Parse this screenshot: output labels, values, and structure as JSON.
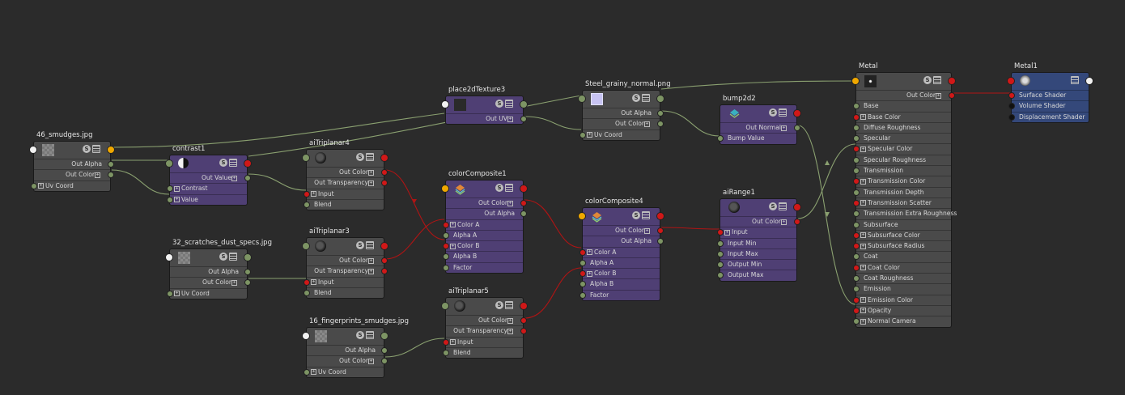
{
  "nodes": {
    "smudges46": {
      "title": "46_smudges.jpg",
      "rows": [
        "Out Alpha",
        "Out Color",
        "Uv Coord"
      ]
    },
    "contrast1": {
      "title": "contrast1",
      "rows": [
        "Out Value",
        "Contrast",
        "Value"
      ]
    },
    "aiTriplanar4": {
      "title": "aiTriplanar4",
      "rows": [
        "Out Color",
        "Out Transparency",
        "Input",
        "Blend"
      ]
    },
    "place2dTexture3": {
      "title": "place2dTexture3",
      "rows": [
        "Out UV"
      ]
    },
    "steelGrainy": {
      "title": "Steel_grainy_normal.png",
      "rows": [
        "Out Alpha",
        "Out Color",
        "Uv Coord"
      ]
    },
    "bump2d2": {
      "title": "bump2d2",
      "rows": [
        "Out Normal",
        "Bump Value"
      ]
    },
    "colorComposite1": {
      "title": "colorComposite1",
      "rows": [
        "Out Color",
        "Out Alpha",
        "Color A",
        "Alpha A",
        "Color B",
        "Alpha B",
        "Factor"
      ]
    },
    "scratches32": {
      "title": "32_scratches_dust_specs.jpg",
      "rows": [
        "Out Alpha",
        "Out Color",
        "Uv Coord"
      ]
    },
    "aiTriplanar3": {
      "title": "aiTriplanar3",
      "rows": [
        "Out Color",
        "Out Transparency",
        "Input",
        "Blend"
      ]
    },
    "colorComposite4": {
      "title": "colorComposite4",
      "rows": [
        "Out Color",
        "Out Alpha",
        "Color A",
        "Alpha A",
        "Color B",
        "Alpha B",
        "Factor"
      ]
    },
    "aiRange1": {
      "title": "aiRange1",
      "rows": [
        "Out Color",
        "Input",
        "Input Min",
        "Input Max",
        "Output Min",
        "Output Max"
      ]
    },
    "aiTriplanar5": {
      "title": "aiTriplanar5",
      "rows": [
        "Out Color",
        "Out Transparency",
        "Input",
        "Blend"
      ]
    },
    "fingerprints16": {
      "title": "16_fingerprints_smudges.jpg",
      "rows": [
        "Out Alpha",
        "Out Color",
        "Uv Coord"
      ]
    },
    "metal": {
      "title": "Metal",
      "rows": [
        "Out Color",
        "Base",
        "Base Color",
        "Diffuse Roughness",
        "Specular",
        "Specular Color",
        "Specular Roughness",
        "Transmission",
        "Transmission Color",
        "Transmission Depth",
        "Transmission Scatter",
        "Transmission Extra Roughness",
        "Subsurface",
        "Subsurface Color",
        "Subsurface Radius",
        "Coat",
        "Coat Color",
        "Coat Roughness",
        "Emission",
        "Emission Color",
        "Opacity",
        "Normal Camera"
      ]
    },
    "metal1": {
      "title": "Metal1",
      "rows": [
        "Surface Shader",
        "Volume Shader",
        "Displacement Shader"
      ]
    }
  },
  "icons": {
    "swatch_mode": "s-icon",
    "attr_list": "list-icon"
  },
  "colors": {
    "background": "#2b2b2b",
    "node_gray": "#4a4a4a",
    "node_purple": "#4f3f74",
    "node_blue": "#34487a",
    "wire_green": "#8aa070",
    "wire_red": "#b01414",
    "port_green": "#7d9464",
    "port_red": "#d01818",
    "port_orange": "#f0a800"
  }
}
